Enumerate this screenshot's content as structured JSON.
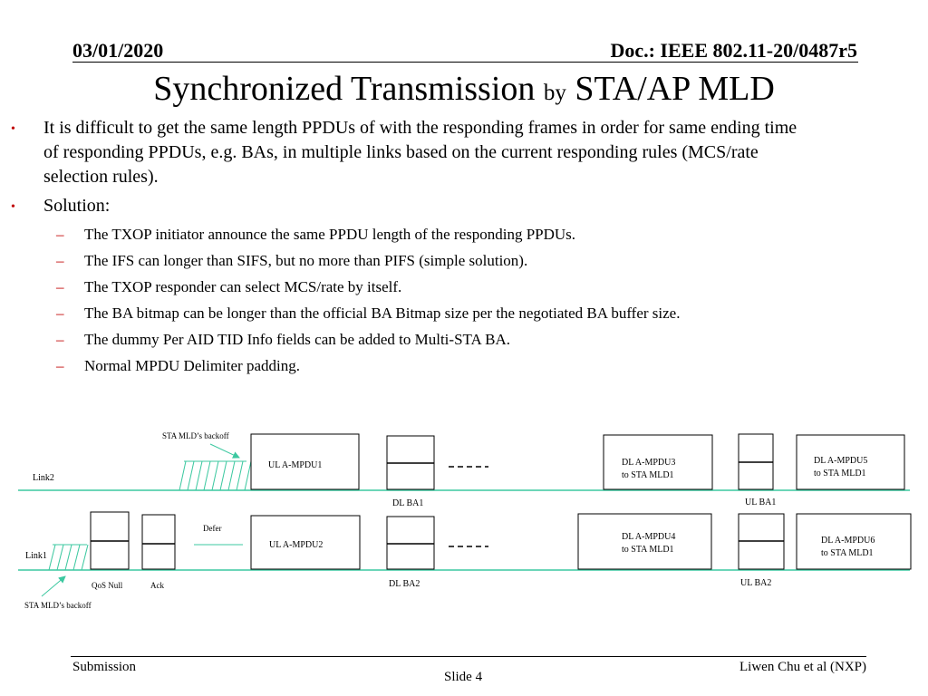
{
  "header": {
    "date": "03/01/2020",
    "doc": "Doc.: IEEE 802.11-20/0487r5"
  },
  "title": {
    "part1": "Synchronized Transmission",
    "part2": "by",
    "part3": "STA/AP MLD"
  },
  "bullets": [
    {
      "lines": [
        "It is difficult to get the same length PPDUs of with the responding frames in order for same ending time",
        "of responding PPDUs, e.g. BAs, in multiple links based on the current responding rules (MCS/rate",
        "selection rules)."
      ]
    },
    {
      "lines": [
        "Solution:"
      ],
      "subitems": [
        "The TXOP initiator announce the same PPDU length of the responding PPDUs.",
        "The IFS can longer than SIFS, but no more than PIFS (simple solution).",
        "The TXOP responder can select MCS/rate by itself.",
        "The BA bitmap can be longer than the official BA Bitmap size per the negotiated BA buffer size.",
        "The dummy Per AID TID Info fields can be added to Multi-STA BA.",
        "Normal MPDU Delimiter padding."
      ]
    }
  ],
  "diagram": {
    "link2_label": "Link2",
    "link1_label": "Link1",
    "sta_backoff_top": "STA  MLD’s backoff",
    "sta_backoff_bottom": "STA MLD’s backoff",
    "defer": "Defer",
    "qos_null": "QoS Null",
    "ack": "Ack",
    "ul_ampdu1": "UL A-MPDU1",
    "ul_ampdu2": "UL A-MPDU2",
    "dl_ba1": "DL BA1",
    "dl_ba2": "DL BA2",
    "dl_ampdu3_l1": "DL A-MPDU3",
    "dl_ampdu3_l2": " to STA MLD1",
    "dl_ampdu4_l1": "DL A-MPDU4",
    "dl_ampdu4_l2": "to STA MLD1",
    "dl_ampdu5_l1": "DL A-MPDU5",
    "dl_ampdu5_l2": " to STA MLD1",
    "dl_ampdu6_l1": "DL A-MPDU6",
    "dl_ampdu6_l2": " to STA MLD1",
    "ul_ba1": "UL BA1",
    "ul_ba2": "UL BA2",
    "link_color": "#3cc8a0"
  },
  "footer": {
    "left": "Submission",
    "center": "Slide 4",
    "right": "Liwen Chu et al (NXP)"
  }
}
